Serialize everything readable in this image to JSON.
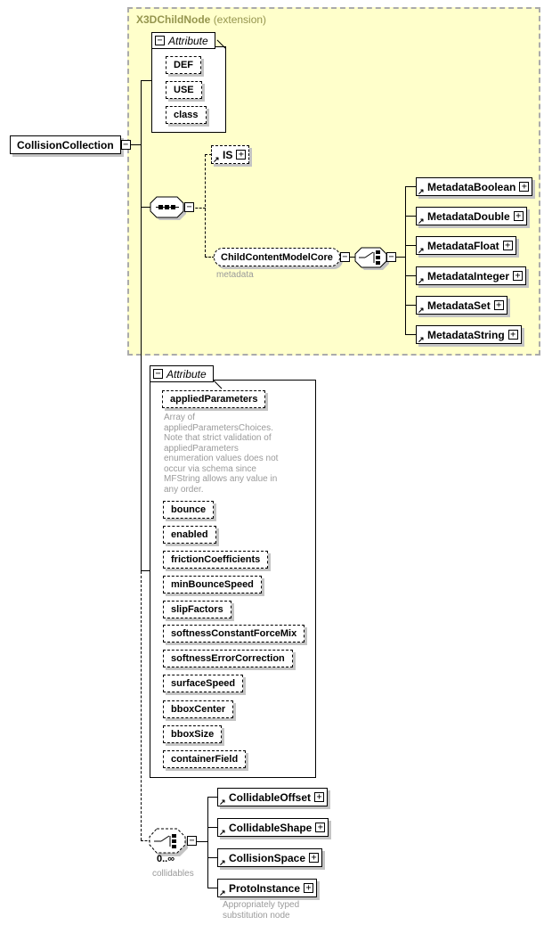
{
  "icons": {
    "collapse": "−",
    "expand": "+",
    "reference": "↗"
  },
  "colors": {
    "extension_background": "#FFFFCB",
    "extension_border": "#ABABAB",
    "extension_label": "#95954E",
    "annotation_text": "#9A9A9A",
    "box_shadow": "#C4C4C4"
  },
  "extension": {
    "title": "X3DChildNode",
    "suffix": "(extension)"
  },
  "root": {
    "label": "CollisionCollection"
  },
  "attribute_group_top": {
    "header": "Attribute",
    "items": [
      "DEF",
      "USE",
      "class"
    ]
  },
  "is_node": {
    "label": "IS"
  },
  "child_content": {
    "label": "ChildContentModelCore",
    "annotation": "metadata"
  },
  "metadata_nodes": [
    "MetadataBoolean",
    "MetadataDouble",
    "MetadataFloat",
    "MetadataInteger",
    "MetadataSet",
    "MetadataString"
  ],
  "attribute_group_main": {
    "header": "Attribute",
    "applied_parameters_note": "Array of appliedParametersChoices. Note that strict validation of appliedParameters enumeration values does not occur via schema since MFString allows any value in any order.",
    "items": [
      "appliedParameters",
      "bounce",
      "enabled",
      "frictionCoefficients",
      "minBounceSpeed",
      "slipFactors",
      "softnessConstantForceMix",
      "softnessErrorCorrection",
      "surfaceSpeed",
      "bboxCenter",
      "bboxSize",
      "containerField"
    ]
  },
  "collidables_group": {
    "cardinality": "0..∞",
    "name": "collidables",
    "nodes": [
      "CollidableOffset",
      "CollidableShape",
      "CollisionSpace",
      "ProtoInstance"
    ],
    "note": "Appropriately typed substitution node"
  }
}
